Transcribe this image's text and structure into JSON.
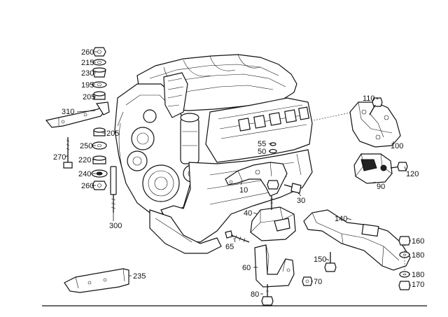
{
  "callouts": [
    {
      "id": "260a",
      "text": "260"
    },
    {
      "id": "215",
      "text": "215"
    },
    {
      "id": "230",
      "text": "230"
    },
    {
      "id": "195",
      "text": "195"
    },
    {
      "id": "205a",
      "text": "205"
    },
    {
      "id": "310",
      "text": "310"
    },
    {
      "id": "205b",
      "text": "205"
    },
    {
      "id": "250",
      "text": "250"
    },
    {
      "id": "270",
      "text": "270"
    },
    {
      "id": "220",
      "text": "220"
    },
    {
      "id": "240",
      "text": "240"
    },
    {
      "id": "260b",
      "text": "260"
    },
    {
      "id": "300",
      "text": "300"
    },
    {
      "id": "55",
      "text": "55"
    },
    {
      "id": "50",
      "text": "50"
    },
    {
      "id": "10",
      "text": "10"
    },
    {
      "id": "30",
      "text": "30"
    },
    {
      "id": "110",
      "text": "110"
    },
    {
      "id": "100",
      "text": "100"
    },
    {
      "id": "120",
      "text": "120"
    },
    {
      "id": "90",
      "text": "90"
    },
    {
      "id": "40",
      "text": "40"
    },
    {
      "id": "140",
      "text": "140"
    },
    {
      "id": "65",
      "text": "65"
    },
    {
      "id": "160",
      "text": "160"
    },
    {
      "id": "180a",
      "text": "180"
    },
    {
      "id": "150",
      "text": "150"
    },
    {
      "id": "60",
      "text": "60"
    },
    {
      "id": "235",
      "text": "235"
    },
    {
      "id": "70",
      "text": "70"
    },
    {
      "id": "180b",
      "text": "180"
    },
    {
      "id": "170",
      "text": "170"
    },
    {
      "id": "80",
      "text": "80"
    }
  ]
}
